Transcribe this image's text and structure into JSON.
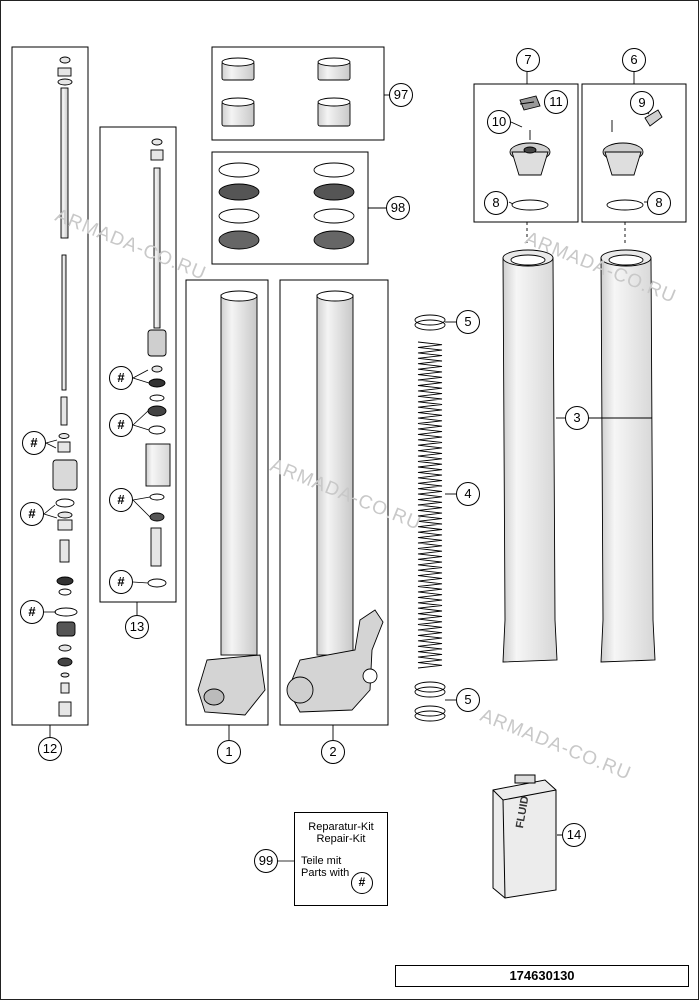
{
  "watermark": {
    "text": "ARMADA-CO.RU"
  },
  "callouts": {
    "c1": "1",
    "c2": "2",
    "c3": "3",
    "c4": "4",
    "c5a": "5",
    "c5b": "5",
    "c6": "6",
    "c7": "7",
    "c8a": "8",
    "c8b": "8",
    "c9": "9",
    "c10": "10",
    "c11": "11",
    "c12": "12",
    "c13": "13",
    "c14": "14",
    "c97": "97",
    "c98": "98",
    "c99": "99"
  },
  "hash_marker": "#",
  "repair_kit": {
    "line1": "Reparatur-Kit",
    "line2": "Repair-Kit",
    "line3": "Teile mit",
    "line4": "Parts with",
    "symbol": "#"
  },
  "can_label": "FLUID",
  "drawing_number": "174630130",
  "colors": {
    "line": "#000000",
    "part_fill": "#e6e6e6",
    "watermark": "#c8c8c8"
  }
}
